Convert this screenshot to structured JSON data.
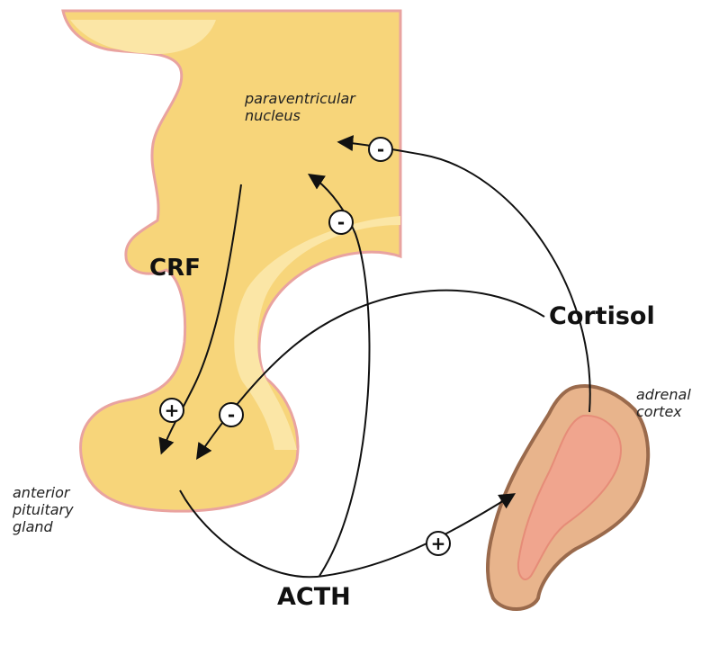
{
  "labels": {
    "pvn_line1": "paraventricular",
    "pvn_line2": "nucleus",
    "crf": "CRF",
    "cortisol": "Cortisol",
    "acth": "ACTH",
    "adrenal_line1": "adrenal",
    "adrenal_line2": "cortex",
    "pituitary_line1": "anterior",
    "pituitary_line2": "pituitary",
    "pituitary_line3": "gland"
  },
  "signs": {
    "cortisol_to_pvn": "-",
    "acth_to_pvn": "-",
    "cortisol_to_pituitary": "-",
    "crf_to_pituitary": "+",
    "acth_to_adrenal": "+"
  },
  "colors": {
    "tissue_fill": "#f7d57a",
    "tissue_light": "#fbe6a6",
    "tissue_pink": "#e9a3a0",
    "adrenal_outer": "#9a6a4c",
    "adrenal_mid": "#e8b48c",
    "adrenal_inner": "#f0a58e"
  }
}
